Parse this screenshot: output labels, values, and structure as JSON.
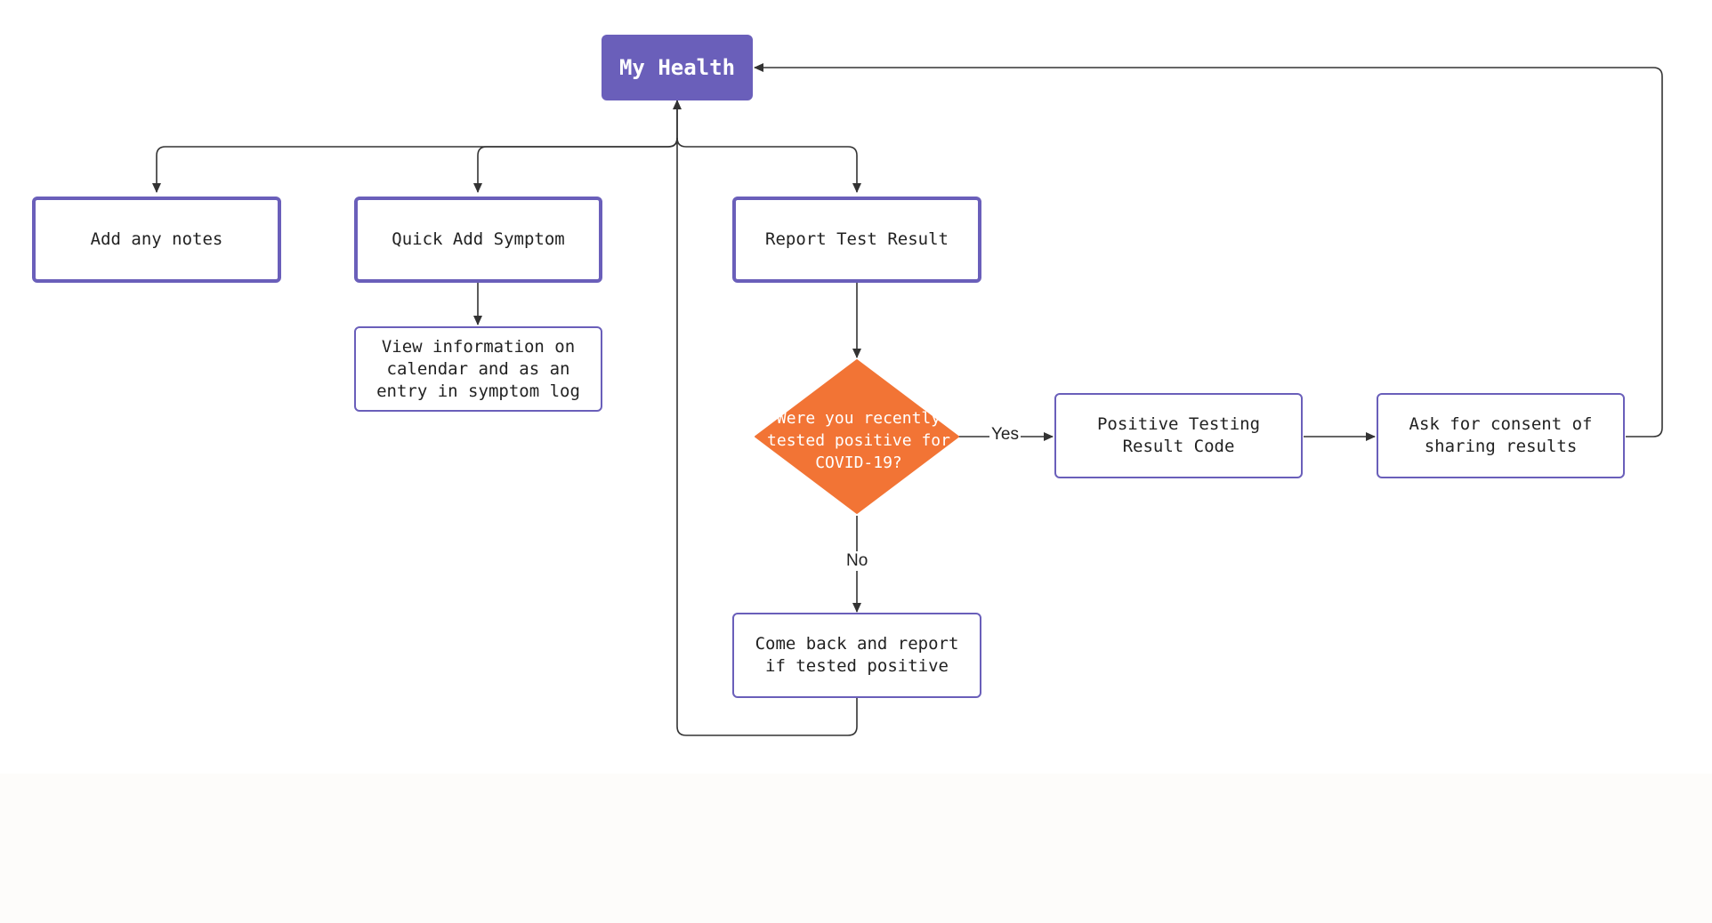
{
  "diagram": {
    "nodes": {
      "my_health": "My Health",
      "add_notes": "Add any notes",
      "quick_add_symptom": "Quick Add Symptom",
      "report_test_result": "Report Test Result",
      "view_information": "View information on calendar and as an entry in symptom log",
      "decision": "Were you recently tested positive for COVID-19?",
      "positive_code": "Positive Testing Result Code",
      "ask_consent": "Ask for consent of sharing results",
      "come_back": "Come back and report if tested positive"
    },
    "edge_labels": {
      "yes": "Yes",
      "no": "No"
    }
  },
  "colors": {
    "accent": "#6a5fba",
    "decision": "#f27435",
    "edge": "#333333"
  }
}
